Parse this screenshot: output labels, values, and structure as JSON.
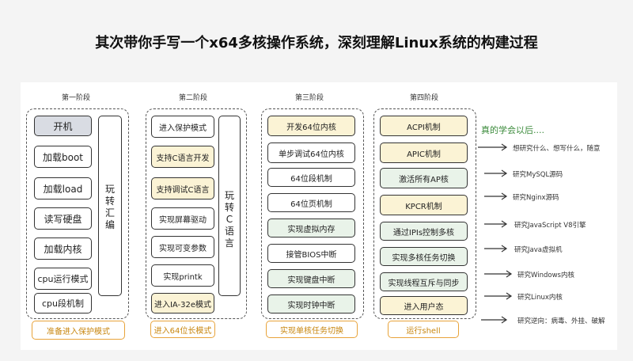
{
  "title": "其次带你手写一个x64多核操作系统，深刻理解Linux系统的构建过程",
  "stages": {
    "s1": {
      "label": "第一阶段",
      "items": [
        "开机",
        "加载boot",
        "加载load",
        "读写硬盘",
        "加载内核",
        "cpu运行模式",
        "cpu段机制"
      ],
      "side": "玩转汇编",
      "footer": "准备进入保护模式"
    },
    "s2": {
      "label": "第二阶段",
      "items": [
        "进入保护模式",
        "支持C语言开发",
        "支持调试C语言",
        "实现屏幕驱动",
        "实现可变参数",
        "实现printk",
        "进入IA-32e模式"
      ],
      "side": "玩转C语言",
      "footer": "进入64位长模式"
    },
    "s3": {
      "label": "第三阶段",
      "items": [
        "开发64位内核",
        "单步调试64位内核",
        "64位段机制",
        "64位页机制",
        "实现虚拟内存",
        "接管BIOS中断",
        "实现键盘中断",
        "实现时钟中断"
      ],
      "footer": "实现单核任务切换"
    },
    "s4": {
      "label": "第四阶段",
      "items": [
        "ACPI机制",
        "APIC机制",
        "激活所有AP核",
        "KPCR机制",
        "通过IPIs控制多核",
        "实现多核任务切换",
        "实现线程互斥与同步",
        "进入用户态"
      ],
      "footer": "运行shell"
    }
  },
  "results": {
    "title": "真的学会以后....",
    "items": [
      "想研究什么、想写什么，随意",
      "研究MySQL源码",
      "研究Nginx源码",
      "研究JavaScript V8引擎",
      "研究Java虚拟机",
      "研究Windows内核",
      "研究Linux内核",
      "研究逆向：病毒、外挂、破解"
    ]
  }
}
